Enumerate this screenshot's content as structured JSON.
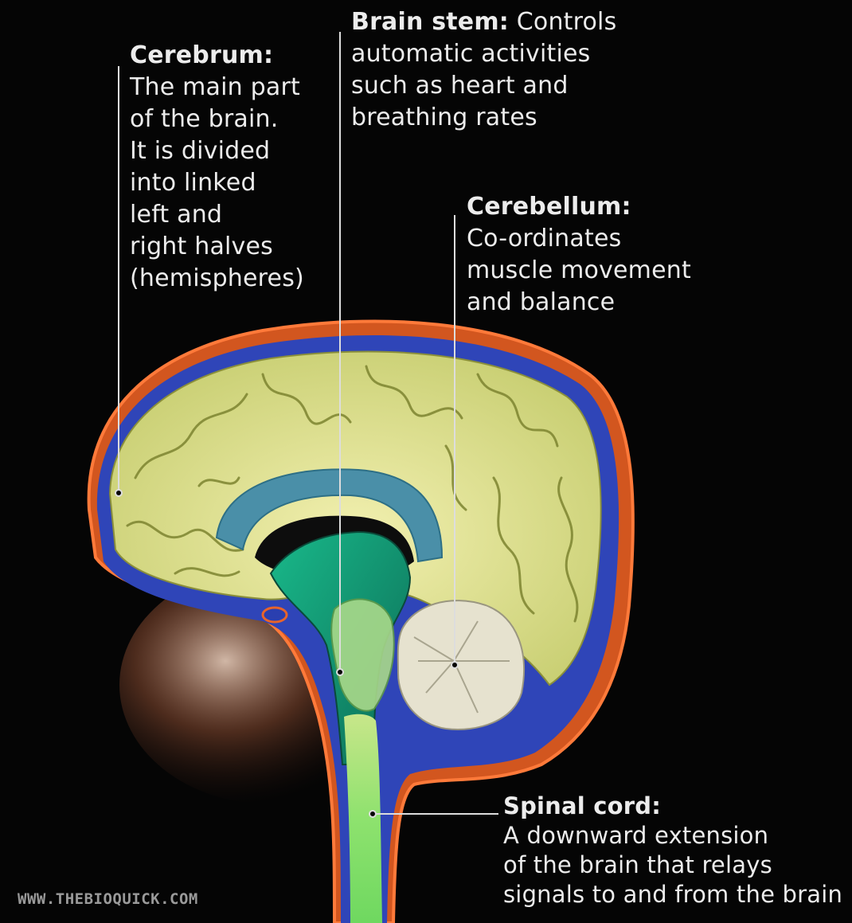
{
  "labels": {
    "cerebrum": {
      "heading": "Cerebrum:",
      "lines": [
        "The main part",
        "of the brain.",
        "It is divided",
        "into linked",
        "left and",
        "right halves",
        "(hemispheres)"
      ]
    },
    "brain_stem": {
      "heading": "Brain stem:",
      "first_line_rest": " Controls",
      "lines": [
        "automatic activities",
        "such as heart and",
        "breathing rates"
      ]
    },
    "cerebellum": {
      "heading": "Cerebellum:",
      "lines": [
        "Co-ordinates",
        "muscle movement",
        "and balance"
      ]
    },
    "spinal_cord": {
      "heading": "Spinal cord:",
      "lines": [
        "A downward extension",
        "of the brain that relays",
        "signals to and from the brain"
      ]
    }
  },
  "watermark": "WWW.THEBIOQUICK.COM",
  "colors": {
    "background": "#050505",
    "cortex": "#d9dc8e",
    "meninges": "#e8642a",
    "csf": "#3a4fc8",
    "corpus_callosum": "#4a8fa8",
    "brainstem": "#2fcf9a",
    "cerebellum": "#e6e2cf",
    "label_text": "#ececec",
    "leader_line": "#dddddd"
  }
}
